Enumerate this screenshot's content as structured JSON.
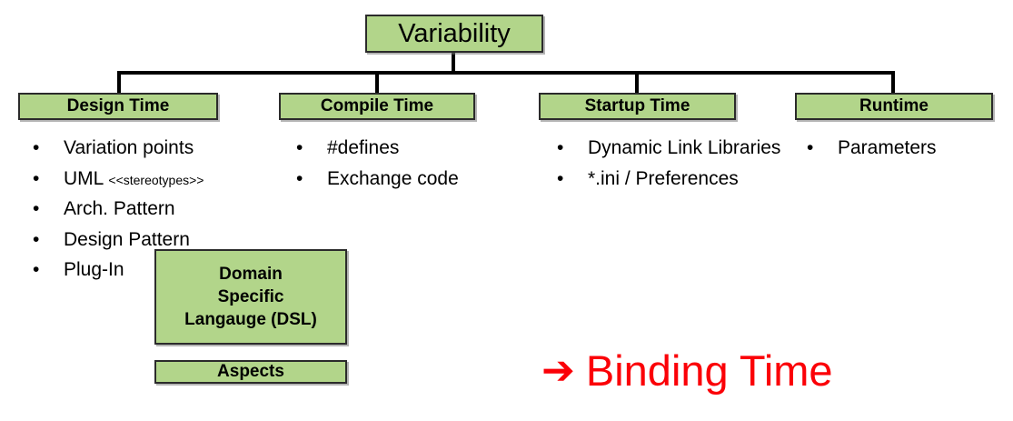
{
  "diagram": {
    "root": {
      "label": "Variability"
    },
    "branches": [
      {
        "id": "design-time",
        "label": "Design Time",
        "items": [
          {
            "text": "Variation points",
            "note": ""
          },
          {
            "text": "UML",
            "note": "<<stereotypes>>"
          },
          {
            "text": "Arch. Pattern",
            "note": ""
          },
          {
            "text": "Design Pattern",
            "note": ""
          },
          {
            "text": "Plug-In",
            "note": ""
          }
        ]
      },
      {
        "id": "compile-time",
        "label": "Compile Time",
        "items": [
          {
            "text": "#defines",
            "note": ""
          },
          {
            "text": "Exchange code",
            "note": ""
          }
        ]
      },
      {
        "id": "startup-time",
        "label": "Startup Time",
        "items": [
          {
            "text": "Dynamic Link Libraries",
            "note": ""
          },
          {
            "text": "*.ini / Preferences",
            "note": ""
          }
        ]
      },
      {
        "id": "runtime",
        "label": "Runtime",
        "items": [
          {
            "text": "Parameters",
            "note": ""
          }
        ]
      }
    ],
    "extra_boxes": [
      {
        "id": "dsl",
        "lines": [
          "Domain",
          "Specific",
          "Langauge (DSL)"
        ]
      },
      {
        "id": "aspects",
        "lines": [
          "Aspects"
        ]
      }
    ],
    "callout": {
      "arrow_icon": "➔",
      "label": "Binding Time",
      "color": "#fb0007"
    },
    "bullet_glyph": "•",
    "colors": {
      "box_fill": "#b2d58a",
      "box_border": "#2b2b2b",
      "text": "#000000",
      "callout": "#fb0007"
    }
  }
}
